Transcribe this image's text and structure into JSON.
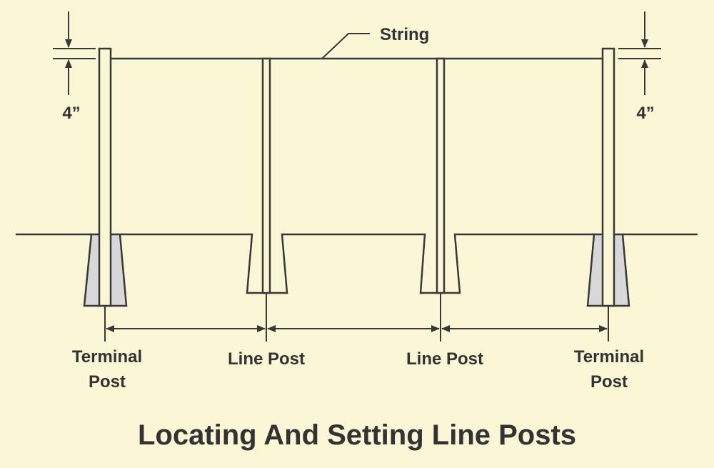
{
  "diagram": {
    "title": "Locating And Setting Line Posts",
    "string_label": "String",
    "left_offset_label": "4”",
    "right_offset_label": "4”",
    "posts": [
      {
        "line1": "Terminal",
        "line2": "Post"
      },
      {
        "line1": "Line Post",
        "line2": ""
      },
      {
        "line1": "Line Post",
        "line2": ""
      },
      {
        "line1": "Terminal",
        "line2": "Post"
      }
    ]
  },
  "colors": {
    "background": "#fbf6d6",
    "ink": "#383838",
    "concrete": "#d8d8da"
  }
}
